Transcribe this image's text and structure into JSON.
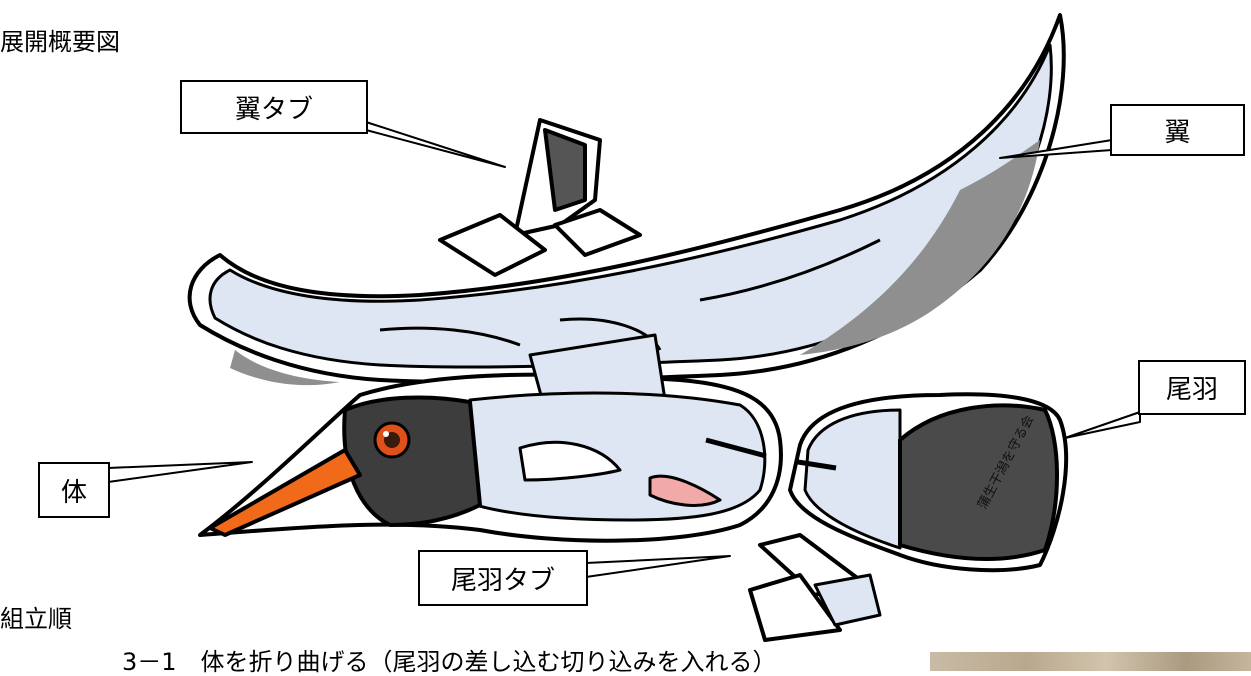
{
  "heading": "展開概要図",
  "section_title": "組立順",
  "step_text": "3－1　体を折り曲げる（尾羽の差し込む切り込みを入れる）",
  "callouts": {
    "wing_tab": "翼タブ",
    "wing": "翼",
    "tail": "尾羽",
    "body": "体",
    "tail_tab": "尾羽タブ"
  },
  "tail_stamp": "蒲生干潟を守る会",
  "colors": {
    "outline": "#000000",
    "feather_light": "#dde6f2",
    "feather_shadow": "#8f8f8f",
    "head": "#3d3d3d",
    "beak": "#f06a1a",
    "eye": "#e0501a",
    "leg": "#f2aaa8"
  }
}
